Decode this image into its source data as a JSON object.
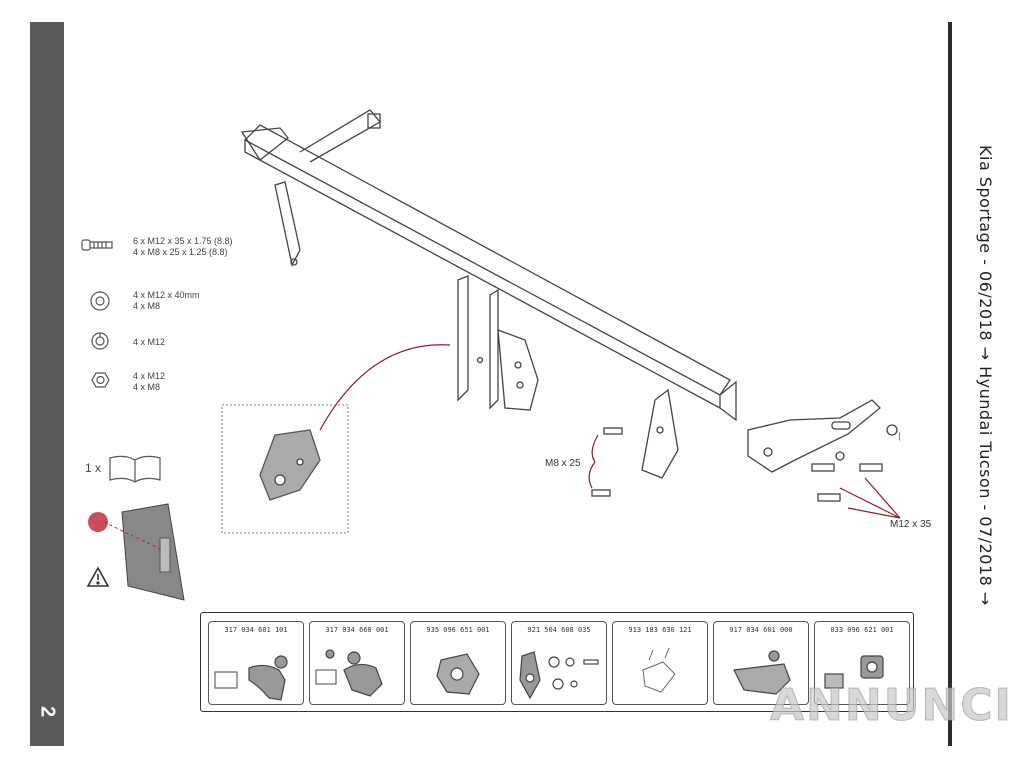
{
  "page": {
    "page_number": "2",
    "vehicle_title": "Kia Sportage - 06/2018 → Hyundai Tucson - 07/2018 →"
  },
  "legend": {
    "bolts": [
      "6 x M12 x 35 x 1.75 (8.8)",
      "4 x M8 x 25 x 1.25 (8.8)"
    ],
    "washers_large": [
      "4 x M12 x 40mm",
      "4 x M8"
    ],
    "spring_washers": [
      "4 x M12"
    ],
    "nuts": [
      "4 x M12",
      "4 x M8"
    ],
    "manual_count": "1 x"
  },
  "labels": {
    "m8_bolts": "M8 x 25",
    "m12_bolts": "M12 x 35"
  },
  "kit_codes": [
    "317 034 601 101",
    "317 034 660 001",
    "935 096 651 001",
    "921 504 608 035",
    "913 183 630 121",
    "917 034 601 000",
    "033 096 621 001"
  ],
  "watermark": "ANNUNCI",
  "colors": {
    "side_bar": "#5a5a5a",
    "arrow": "#8b1c2c",
    "line": "#444444"
  }
}
